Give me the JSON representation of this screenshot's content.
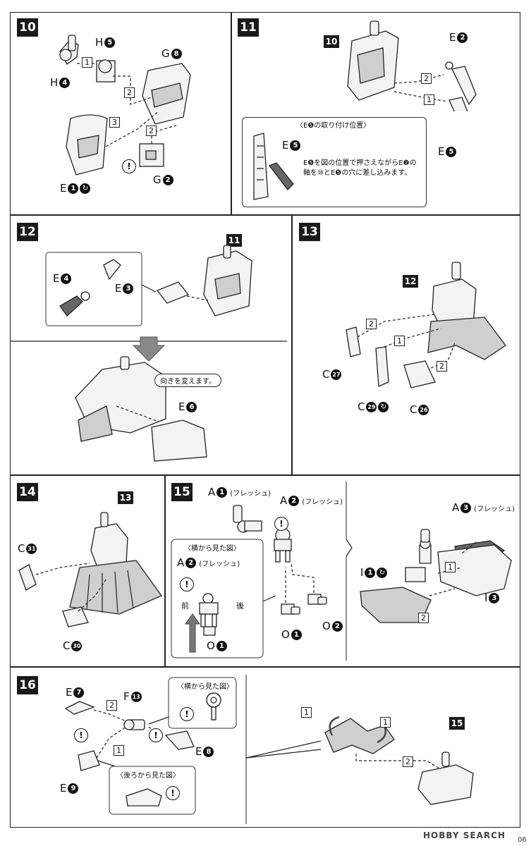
{
  "steps": {
    "s10": {
      "num": "10",
      "labels": {
        "h5": {
          "letter": "H",
          "n": "5"
        },
        "h4": {
          "letter": "H",
          "n": "4"
        },
        "g8": {
          "letter": "G",
          "n": "8"
        },
        "e1": {
          "letter": "E",
          "n": "1"
        },
        "g2": {
          "letter": "G",
          "n": "2"
        }
      },
      "seq": [
        "1",
        "2",
        "3",
        "2"
      ]
    },
    "s11": {
      "num": "11",
      "tag": "10",
      "labels": {
        "e2": {
          "letter": "E",
          "n": "2"
        },
        "e5": {
          "letter": "E",
          "n": "5"
        },
        "e5_inset": {
          "letter": "E",
          "n": "5"
        }
      },
      "seq": [
        "2",
        "1"
      ],
      "inset_title": "〈E❺の取り付け位置〉",
      "instruction_line1": "E❺を図の位置で押さえながらE❷の",
      "instruction_line2": "軸を⑩とE❺の穴に差し込みます。"
    },
    "s12": {
      "num": "12",
      "tag": "11",
      "labels": {
        "e4": {
          "letter": "E",
          "n": "4"
        },
        "e3": {
          "letter": "E",
          "n": "3"
        },
        "e6": {
          "letter": "E",
          "n": "6"
        }
      },
      "bubble": "向きを変えます。"
    },
    "s13": {
      "num": "13",
      "tag": "12",
      "labels": {
        "c27": {
          "letter": "C",
          "n": "27"
        },
        "c29": {
          "letter": "C",
          "n": "29"
        },
        "c26": {
          "letter": "C",
          "n": "26"
        }
      },
      "seq": [
        "2",
        "1",
        "2"
      ]
    },
    "s14": {
      "num": "14",
      "tag": "13",
      "labels": {
        "c31": {
          "letter": "C",
          "n": "31"
        },
        "c30": {
          "letter": "C",
          "n": "30"
        }
      }
    },
    "s15": {
      "num": "15",
      "flesh": "(フレッシュ)",
      "labels": {
        "a1": {
          "letter": "A",
          "n": "1"
        },
        "a2": {
          "letter": "A",
          "n": "2"
        },
        "a2_inset": {
          "letter": "A",
          "n": "2"
        },
        "a3": {
          "letter": "A",
          "n": "3"
        },
        "i1": {
          "letter": "I",
          "n": "1"
        },
        "i3": {
          "letter": "I",
          "n": "3"
        },
        "o1": {
          "letter": "O",
          "n": "1"
        },
        "o2": {
          "letter": "O",
          "n": "2"
        },
        "o1_inset": {
          "letter": "O",
          "n": "1"
        }
      },
      "inset_title": "〈横から見た図〉",
      "front": "前",
      "back": "後",
      "seq": [
        "1",
        "2"
      ]
    },
    "s16": {
      "num": "16",
      "tag": "15",
      "labels": {
        "e7": {
          "letter": "E",
          "n": "7"
        },
        "f13": {
          "letter": "F",
          "n": "13"
        },
        "e8": {
          "letter": "E",
          "n": "8"
        },
        "e9": {
          "letter": "E",
          "n": "9"
        }
      },
      "inset_side_title": "〈横から見た図〉",
      "inset_back_title": "〈後ろから見た図〉",
      "seq": [
        "2",
        "1",
        "1",
        "1",
        "2"
      ]
    }
  },
  "footer": {
    "logo": "HOBBY SEARCH",
    "page": "06"
  },
  "colors": {
    "ink": "#111111",
    "panel_border": "#222222"
  }
}
